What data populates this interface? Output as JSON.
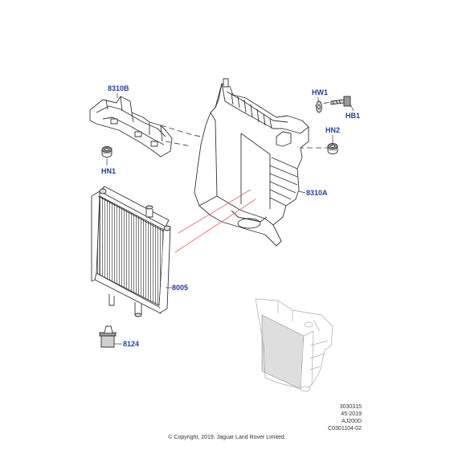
{
  "colors": {
    "callout_text": "#1f3f9a",
    "leader_line": "#e06060",
    "part_stroke": "#333333"
  },
  "callouts": {
    "p8310b": "8310B",
    "hw1": "HW1",
    "hb1": "HB1",
    "hn2": "HN2",
    "hn1": "HN1",
    "p8310a": "8310A",
    "p8005": "8005",
    "p8124": "8124"
  },
  "reference": {
    "line1": "3030315",
    "line2": "45-2019",
    "line3": "AJ200D",
    "line4": "C0301104-02"
  },
  "copyright": "© Copyright, 2019. Jaguar Land Rover Limited."
}
